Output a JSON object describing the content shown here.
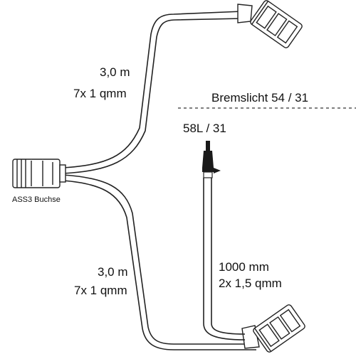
{
  "labels": {
    "socket": "ASS3 Buchse",
    "upper_cable_length": "3,0 m",
    "upper_cable_spec": "7x 1 qmm",
    "lower_cable_length": "3,0 m",
    "lower_cable_spec": "7x 1 qmm",
    "brake_light": "Bremslicht  54 / 31",
    "side_connector": "58L / 31",
    "branch_length": "1000 mm",
    "branch_spec": "2x 1,5 qmm"
  },
  "colors": {
    "line": "#222222",
    "connector_fill": "#ffffff",
    "dark_part": "#1a1a1a"
  }
}
